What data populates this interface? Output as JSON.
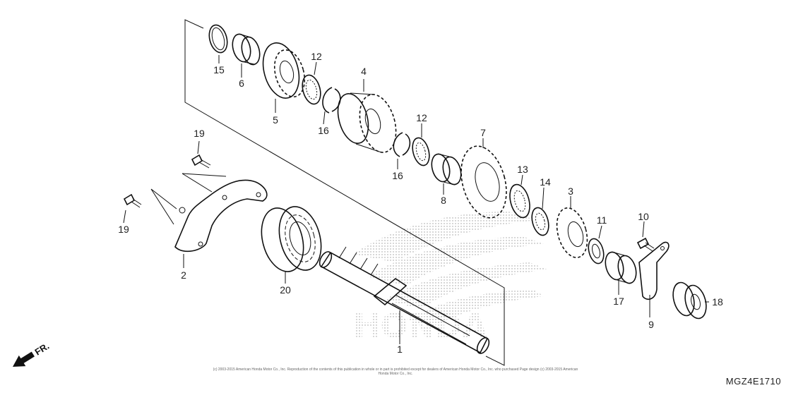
{
  "diagram": {
    "title": "",
    "callouts": [
      {
        "id": "c1",
        "label": "1"
      },
      {
        "id": "c2",
        "label": "2"
      },
      {
        "id": "c3",
        "label": "3"
      },
      {
        "id": "c4",
        "label": "4"
      },
      {
        "id": "c5",
        "label": "5"
      },
      {
        "id": "c6",
        "label": "6"
      },
      {
        "id": "c7",
        "label": "7"
      },
      {
        "id": "c8",
        "label": "8"
      },
      {
        "id": "c9",
        "label": "9"
      },
      {
        "id": "c10",
        "label": "10"
      },
      {
        "id": "c11",
        "label": "11"
      },
      {
        "id": "c12a",
        "label": "12"
      },
      {
        "id": "c12b",
        "label": "12"
      },
      {
        "id": "c13",
        "label": "13"
      },
      {
        "id": "c14",
        "label": "14"
      },
      {
        "id": "c15",
        "label": "15"
      },
      {
        "id": "c16a",
        "label": "16"
      },
      {
        "id": "c16b",
        "label": "16"
      },
      {
        "id": "c17",
        "label": "17"
      },
      {
        "id": "c18",
        "label": "18"
      },
      {
        "id": "c19a",
        "label": "19"
      },
      {
        "id": "c19b",
        "label": "19"
      },
      {
        "id": "c20",
        "label": "20"
      }
    ],
    "front_indicator": "FR.",
    "watermark_text": "HONDA",
    "diagram_code": "MGZ4E1710",
    "copyright": "(c) 2003-2015 American Honda Motor Co., Inc. Reproduction of the contents of this publication in whole or in part is prohibited except for dealers of American Honda Motor Co., Inc. who purchased Page design (c) 2003-2015 American Honda Motor Co., Inc."
  }
}
